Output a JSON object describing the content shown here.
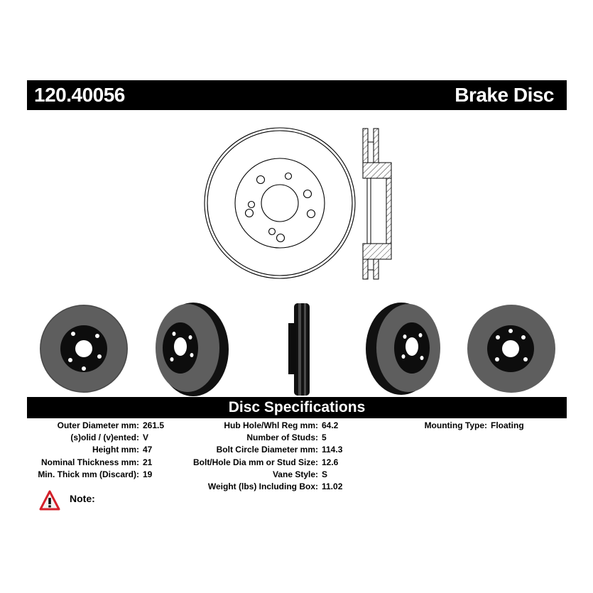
{
  "header": {
    "part_number": "120.40056",
    "product_type": "Brake Disc"
  },
  "specs_title": "Disc Specifications",
  "specs": {
    "left": [
      {
        "label": "Outer Diameter mm:",
        "value": "261.5"
      },
      {
        "label": "(s)olid / (v)ented:",
        "value": "V"
      },
      {
        "label": "Height mm:",
        "value": "47"
      },
      {
        "label": "Nominal Thickness mm:",
        "value": "21"
      },
      {
        "label": "Min. Thick mm (Discard):",
        "value": "19"
      }
    ],
    "middle": [
      {
        "label": "Hub Hole/Whl Reg mm:",
        "value": "64.2"
      },
      {
        "label": "Number of Studs:",
        "value": "5"
      },
      {
        "label": "Bolt Circle Diameter mm:",
        "value": "114.3"
      },
      {
        "label": "Bolt/Hole Dia mm or Stud Size:",
        "value": "12.6"
      },
      {
        "label": "Vane Style:",
        "value": "S"
      },
      {
        "label": "Weight (lbs) Including Box:",
        "value": "11.02"
      }
    ],
    "right": [
      {
        "label": "Mounting Type:",
        "value": "Floating"
      }
    ]
  },
  "note": {
    "label": "Note:",
    "icon": "warning-triangle-icon"
  },
  "colors": {
    "bar_background": "#000000",
    "bar_text": "#ffffff",
    "rotor_face": "#5e5e5e",
    "rotor_hat": "#111111",
    "warning_red": "#d4202a"
  }
}
